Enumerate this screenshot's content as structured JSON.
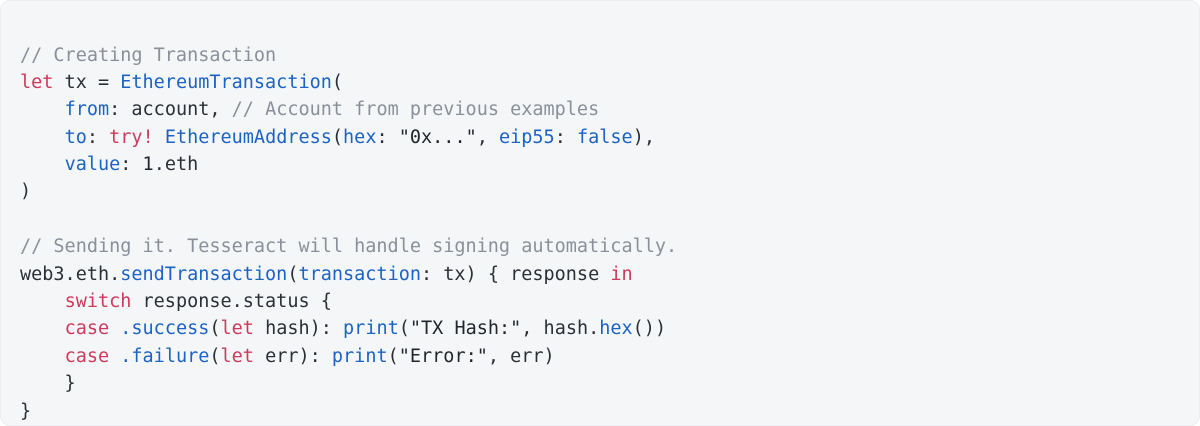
{
  "snippet": {
    "language": "swift",
    "background_color": "#f4f6f8",
    "palette": {
      "plain": "#2b2f36",
      "comment": "#8a9099",
      "keyword": "#cf3a5c",
      "type": "#1b63c4",
      "function": "#1b63c4",
      "parameter": "#1b63c4",
      "member": "#1b63c4",
      "constant": "#1b63c4",
      "string": "#21252c"
    },
    "lines": [
      {
        "id": "line-1",
        "tokens": [
          {
            "text": "// Creating Transaction",
            "kind": "comment"
          }
        ]
      },
      {
        "id": "line-2",
        "tokens": [
          {
            "text": "let",
            "kind": "keyword"
          },
          {
            "text": " tx = ",
            "kind": "plain"
          },
          {
            "text": "EthereumTransaction",
            "kind": "type"
          },
          {
            "text": "(",
            "kind": "punct"
          }
        ]
      },
      {
        "id": "line-3",
        "tokens": [
          {
            "text": "    ",
            "kind": "plain"
          },
          {
            "text": "from",
            "kind": "param"
          },
          {
            "text": ": account, ",
            "kind": "plain"
          },
          {
            "text": "// Account from previous examples",
            "kind": "comment"
          }
        ]
      },
      {
        "id": "line-4",
        "tokens": [
          {
            "text": "    ",
            "kind": "plain"
          },
          {
            "text": "to",
            "kind": "param"
          },
          {
            "text": ": ",
            "kind": "plain"
          },
          {
            "text": "try!",
            "kind": "keyword"
          },
          {
            "text": " ",
            "kind": "plain"
          },
          {
            "text": "EthereumAddress",
            "kind": "type"
          },
          {
            "text": "(",
            "kind": "punct"
          },
          {
            "text": "hex",
            "kind": "param"
          },
          {
            "text": ": ",
            "kind": "plain"
          },
          {
            "text": "\"0x...\"",
            "kind": "string"
          },
          {
            "text": ", ",
            "kind": "plain"
          },
          {
            "text": "eip55",
            "kind": "param"
          },
          {
            "text": ": ",
            "kind": "plain"
          },
          {
            "text": "false",
            "kind": "const"
          },
          {
            "text": "),",
            "kind": "punct"
          }
        ]
      },
      {
        "id": "line-5",
        "tokens": [
          {
            "text": "    ",
            "kind": "plain"
          },
          {
            "text": "value",
            "kind": "param"
          },
          {
            "text": ": ",
            "kind": "plain"
          },
          {
            "text": "1",
            "kind": "number"
          },
          {
            "text": ".eth",
            "kind": "plain"
          }
        ]
      },
      {
        "id": "line-6",
        "tokens": [
          {
            "text": ")",
            "kind": "punct"
          }
        ]
      },
      {
        "id": "line-7",
        "tokens": []
      },
      {
        "id": "line-8",
        "tokens": [
          {
            "text": "// Sending it. Tesseract will handle signing automatically.",
            "kind": "comment"
          }
        ]
      },
      {
        "id": "line-9",
        "tokens": [
          {
            "text": "web3.eth.",
            "kind": "plain"
          },
          {
            "text": "sendTransaction",
            "kind": "func"
          },
          {
            "text": "(",
            "kind": "punct"
          },
          {
            "text": "transaction",
            "kind": "param"
          },
          {
            "text": ": tx) { response ",
            "kind": "plain"
          },
          {
            "text": "in",
            "kind": "keyword"
          }
        ]
      },
      {
        "id": "line-10",
        "tokens": [
          {
            "text": "    ",
            "kind": "plain"
          },
          {
            "text": "switch",
            "kind": "keyword"
          },
          {
            "text": " response.status {",
            "kind": "plain"
          }
        ]
      },
      {
        "id": "line-11",
        "tokens": [
          {
            "text": "    ",
            "kind": "plain"
          },
          {
            "text": "case",
            "kind": "keyword"
          },
          {
            "text": " ",
            "kind": "plain"
          },
          {
            "text": ".success",
            "kind": "member"
          },
          {
            "text": "(",
            "kind": "punct"
          },
          {
            "text": "let",
            "kind": "keyword"
          },
          {
            "text": " hash): ",
            "kind": "plain"
          },
          {
            "text": "print",
            "kind": "func"
          },
          {
            "text": "(",
            "kind": "punct"
          },
          {
            "text": "\"TX Hash:\"",
            "kind": "string"
          },
          {
            "text": ", hash.",
            "kind": "plain"
          },
          {
            "text": "hex",
            "kind": "func"
          },
          {
            "text": "())",
            "kind": "punct"
          }
        ]
      },
      {
        "id": "line-12",
        "tokens": [
          {
            "text": "    ",
            "kind": "plain"
          },
          {
            "text": "case",
            "kind": "keyword"
          },
          {
            "text": " ",
            "kind": "plain"
          },
          {
            "text": ".failure",
            "kind": "member"
          },
          {
            "text": "(",
            "kind": "punct"
          },
          {
            "text": "let",
            "kind": "keyword"
          },
          {
            "text": " err): ",
            "kind": "plain"
          },
          {
            "text": "print",
            "kind": "func"
          },
          {
            "text": "(",
            "kind": "punct"
          },
          {
            "text": "\"Error:\"",
            "kind": "string"
          },
          {
            "text": ", err)",
            "kind": "plain"
          }
        ]
      },
      {
        "id": "line-13",
        "tokens": [
          {
            "text": "    }",
            "kind": "plain"
          }
        ]
      },
      {
        "id": "line-14",
        "tokens": [
          {
            "text": "}",
            "kind": "plain"
          }
        ]
      }
    ]
  }
}
